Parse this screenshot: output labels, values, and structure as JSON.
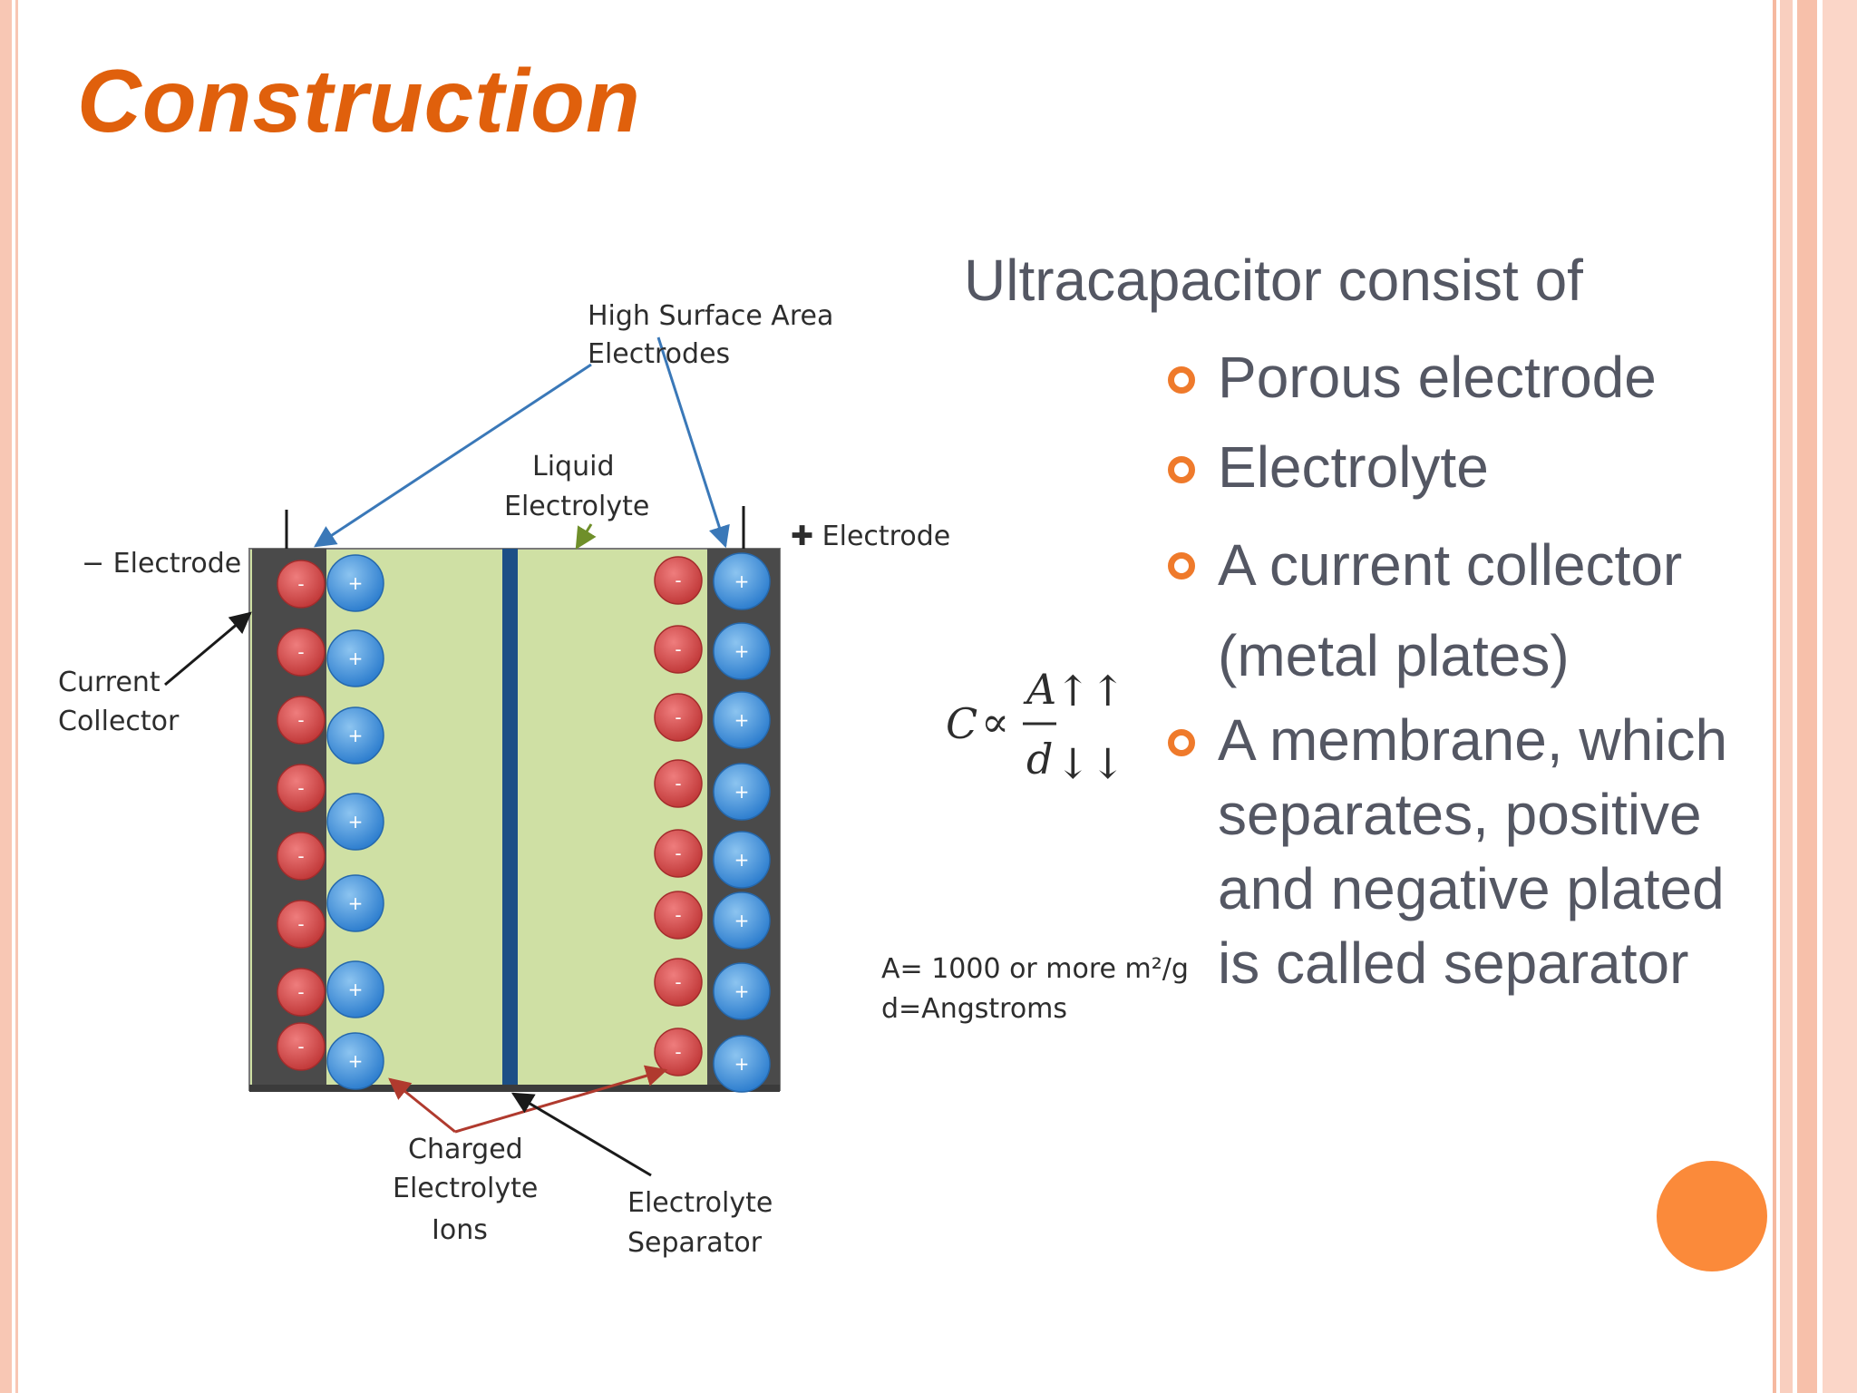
{
  "slide": {
    "title": "Construction",
    "intro": "Ultracapacitor consist of",
    "bullets": [
      "Porous electrode",
      "Electrolyte",
      "A current collector (metal plates)",
      "A membrane, which separates, positive and negative plated is called separator"
    ]
  },
  "diagram": {
    "labels": {
      "high_surface_line1": "High Surface Area",
      "high_surface_line2": "Electrodes",
      "liquid_line1": "Liquid",
      "liquid_line2": "Electrolyte",
      "neg_electrode": "− Electrode",
      "pos_electrode": "✚ Electrode",
      "current_line1": "Current",
      "current_line2": "Collector",
      "charged_line1": "Charged",
      "charged_line2": "Electrolyte",
      "charged_line3": "Ions",
      "separator_line1": "Electrolyte",
      "separator_line2": "Separator"
    },
    "formula": {
      "c": "C",
      "prop": "∝",
      "numerator": "A",
      "numerator_arrows": "↑↑",
      "denominator": "d",
      "denominator_arrows": "↓↓"
    },
    "notes": {
      "area": "A= 1000 or more m²/g",
      "distance": "d=Angstroms"
    },
    "ion_signs": {
      "negative": "-",
      "positive": "+"
    }
  },
  "colors": {
    "title": "#e0600c",
    "body_text": "#545763",
    "bullet_marker": "#ef7a2b",
    "accent_dot": "#fb8a3a",
    "electrolyte": "#cfe0a4",
    "collector": "#4a4a4a",
    "separator": "#1c4f86",
    "negative_ion": "#d84c4c",
    "positive_ion": "#4a97d8"
  }
}
